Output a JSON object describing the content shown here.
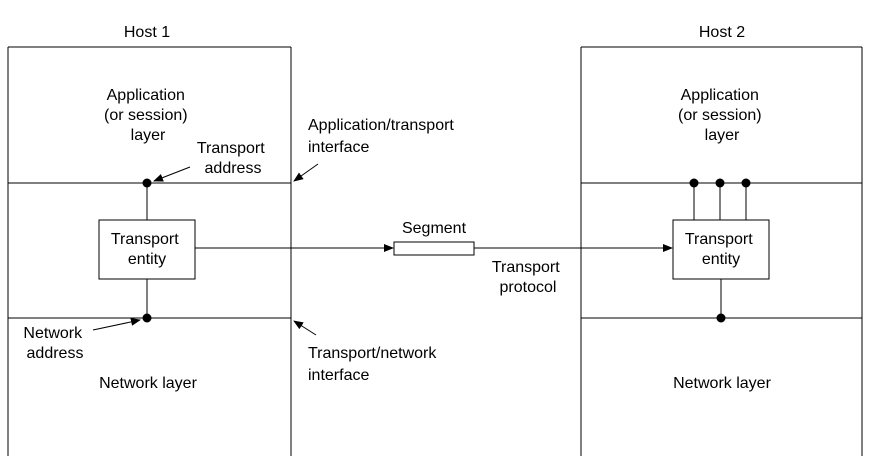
{
  "host1": {
    "title": "Host 1",
    "app_layer": [
      "Application",
      "(or session)",
      "layer"
    ],
    "transport_entity": [
      "Transport",
      "entity"
    ],
    "network_layer": "Network layer",
    "transport_address": [
      "Transport",
      "address"
    ],
    "network_address": [
      "Network",
      "address"
    ]
  },
  "host2": {
    "title": "Host 2",
    "app_layer": [
      "Application",
      "(or session)",
      "layer"
    ],
    "transport_entity": [
      "Transport",
      "entity"
    ],
    "network_layer": "Network layer"
  },
  "annotations": {
    "app_transport_interface": [
      "Application/transport",
      "interface"
    ],
    "transport_network_interface": [
      "Transport/network",
      "interface"
    ],
    "segment": "Segment",
    "transport_protocol": [
      "Transport",
      "protocol"
    ]
  },
  "colors": {
    "line": "#000000",
    "background": "#ffffff"
  }
}
